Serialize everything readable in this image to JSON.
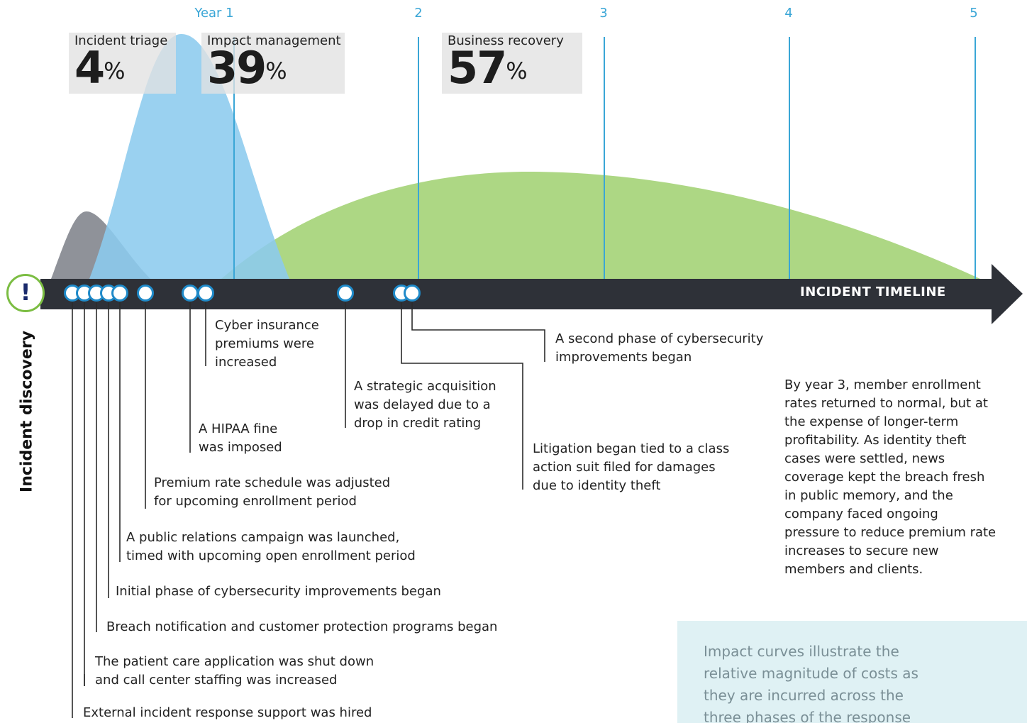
{
  "years": [
    "Year 1",
    "2",
    "3",
    "4",
    "5"
  ],
  "phases": [
    {
      "name": "Incident triage",
      "percent": "4",
      "color": "#898c93"
    },
    {
      "name": "Impact management",
      "percent": "39",
      "color": "#8ccbee"
    },
    {
      "name": "Business recovery",
      "percent": "57",
      "color": "#a6d47a"
    }
  ],
  "percent_sign": "%",
  "timeline_label": "INCIDENT TIMELINE",
  "discovery_label": "Incident discovery",
  "alert_icon": "!",
  "events": [
    "Cyber insurance\npremiums were\nincreased",
    "A second phase of cybersecurity\nimprovements began",
    "A strategic acquisition\nwas delayed due to a\ndrop in credit rating",
    "A HIPAA fine\nwas imposed",
    "Litigation began tied to a class\naction suit filed for damages\ndue to identity theft",
    "Premium rate schedule was adjusted\nfor upcoming enrollment period",
    "A public relations campaign was launched,\ntimed with upcoming open enrollment period",
    "Initial phase of cybersecurity improvements began",
    "Breach notification and customer protection programs began",
    "The patient care application was shut down\nand call center staffing was increased",
    "External incident response support was hired"
  ],
  "note": "By year 3, member enrollment rates returned to normal, but at the expense of longer-term profitability. As identity theft cases were settled, news coverage kept the breach fresh in public memory, and the company faced ongoing pressure to reduce premium rate increases to secure new members and clients.",
  "info_box": "Impact curves illustrate the relative magnitude of costs as they are incurred across the three phases of the response",
  "colors": {
    "timeline": "#2e3138",
    "year_line": "#3aa6d6",
    "marker_stroke": "#1f8ac9",
    "alert_ring": "#7bbd42"
  }
}
